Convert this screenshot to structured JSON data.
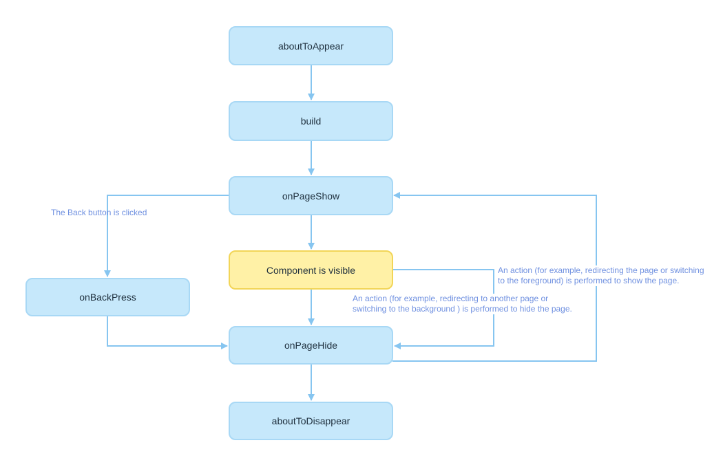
{
  "colors": {
    "node_fill": "#c6e8fb",
    "node_border": "#a8d8f5",
    "highlight_fill": "#fff1a6",
    "highlight_border": "#f2d557",
    "connector": "#86c5f0",
    "label_text": "#6f90e0"
  },
  "nodes": {
    "about_to_appear": "aboutToAppear",
    "build": "build",
    "on_page_show": "onPageShow",
    "component_visible": "Component is visible",
    "on_back_press": "onBackPress",
    "on_page_hide": "onPageHide",
    "about_to_disappear": "aboutToDisappear"
  },
  "labels": {
    "back_clicked": "The Back button is clicked",
    "show_action_line1": "An action (for example, redirecting the page or switching",
    "show_action_line2": "to the foreground) is performed to show the page.",
    "hide_action_line1": "An action (for example, redirecting to another page or",
    "hide_action_line2": "switching to the background ) is performed to hide the page."
  }
}
